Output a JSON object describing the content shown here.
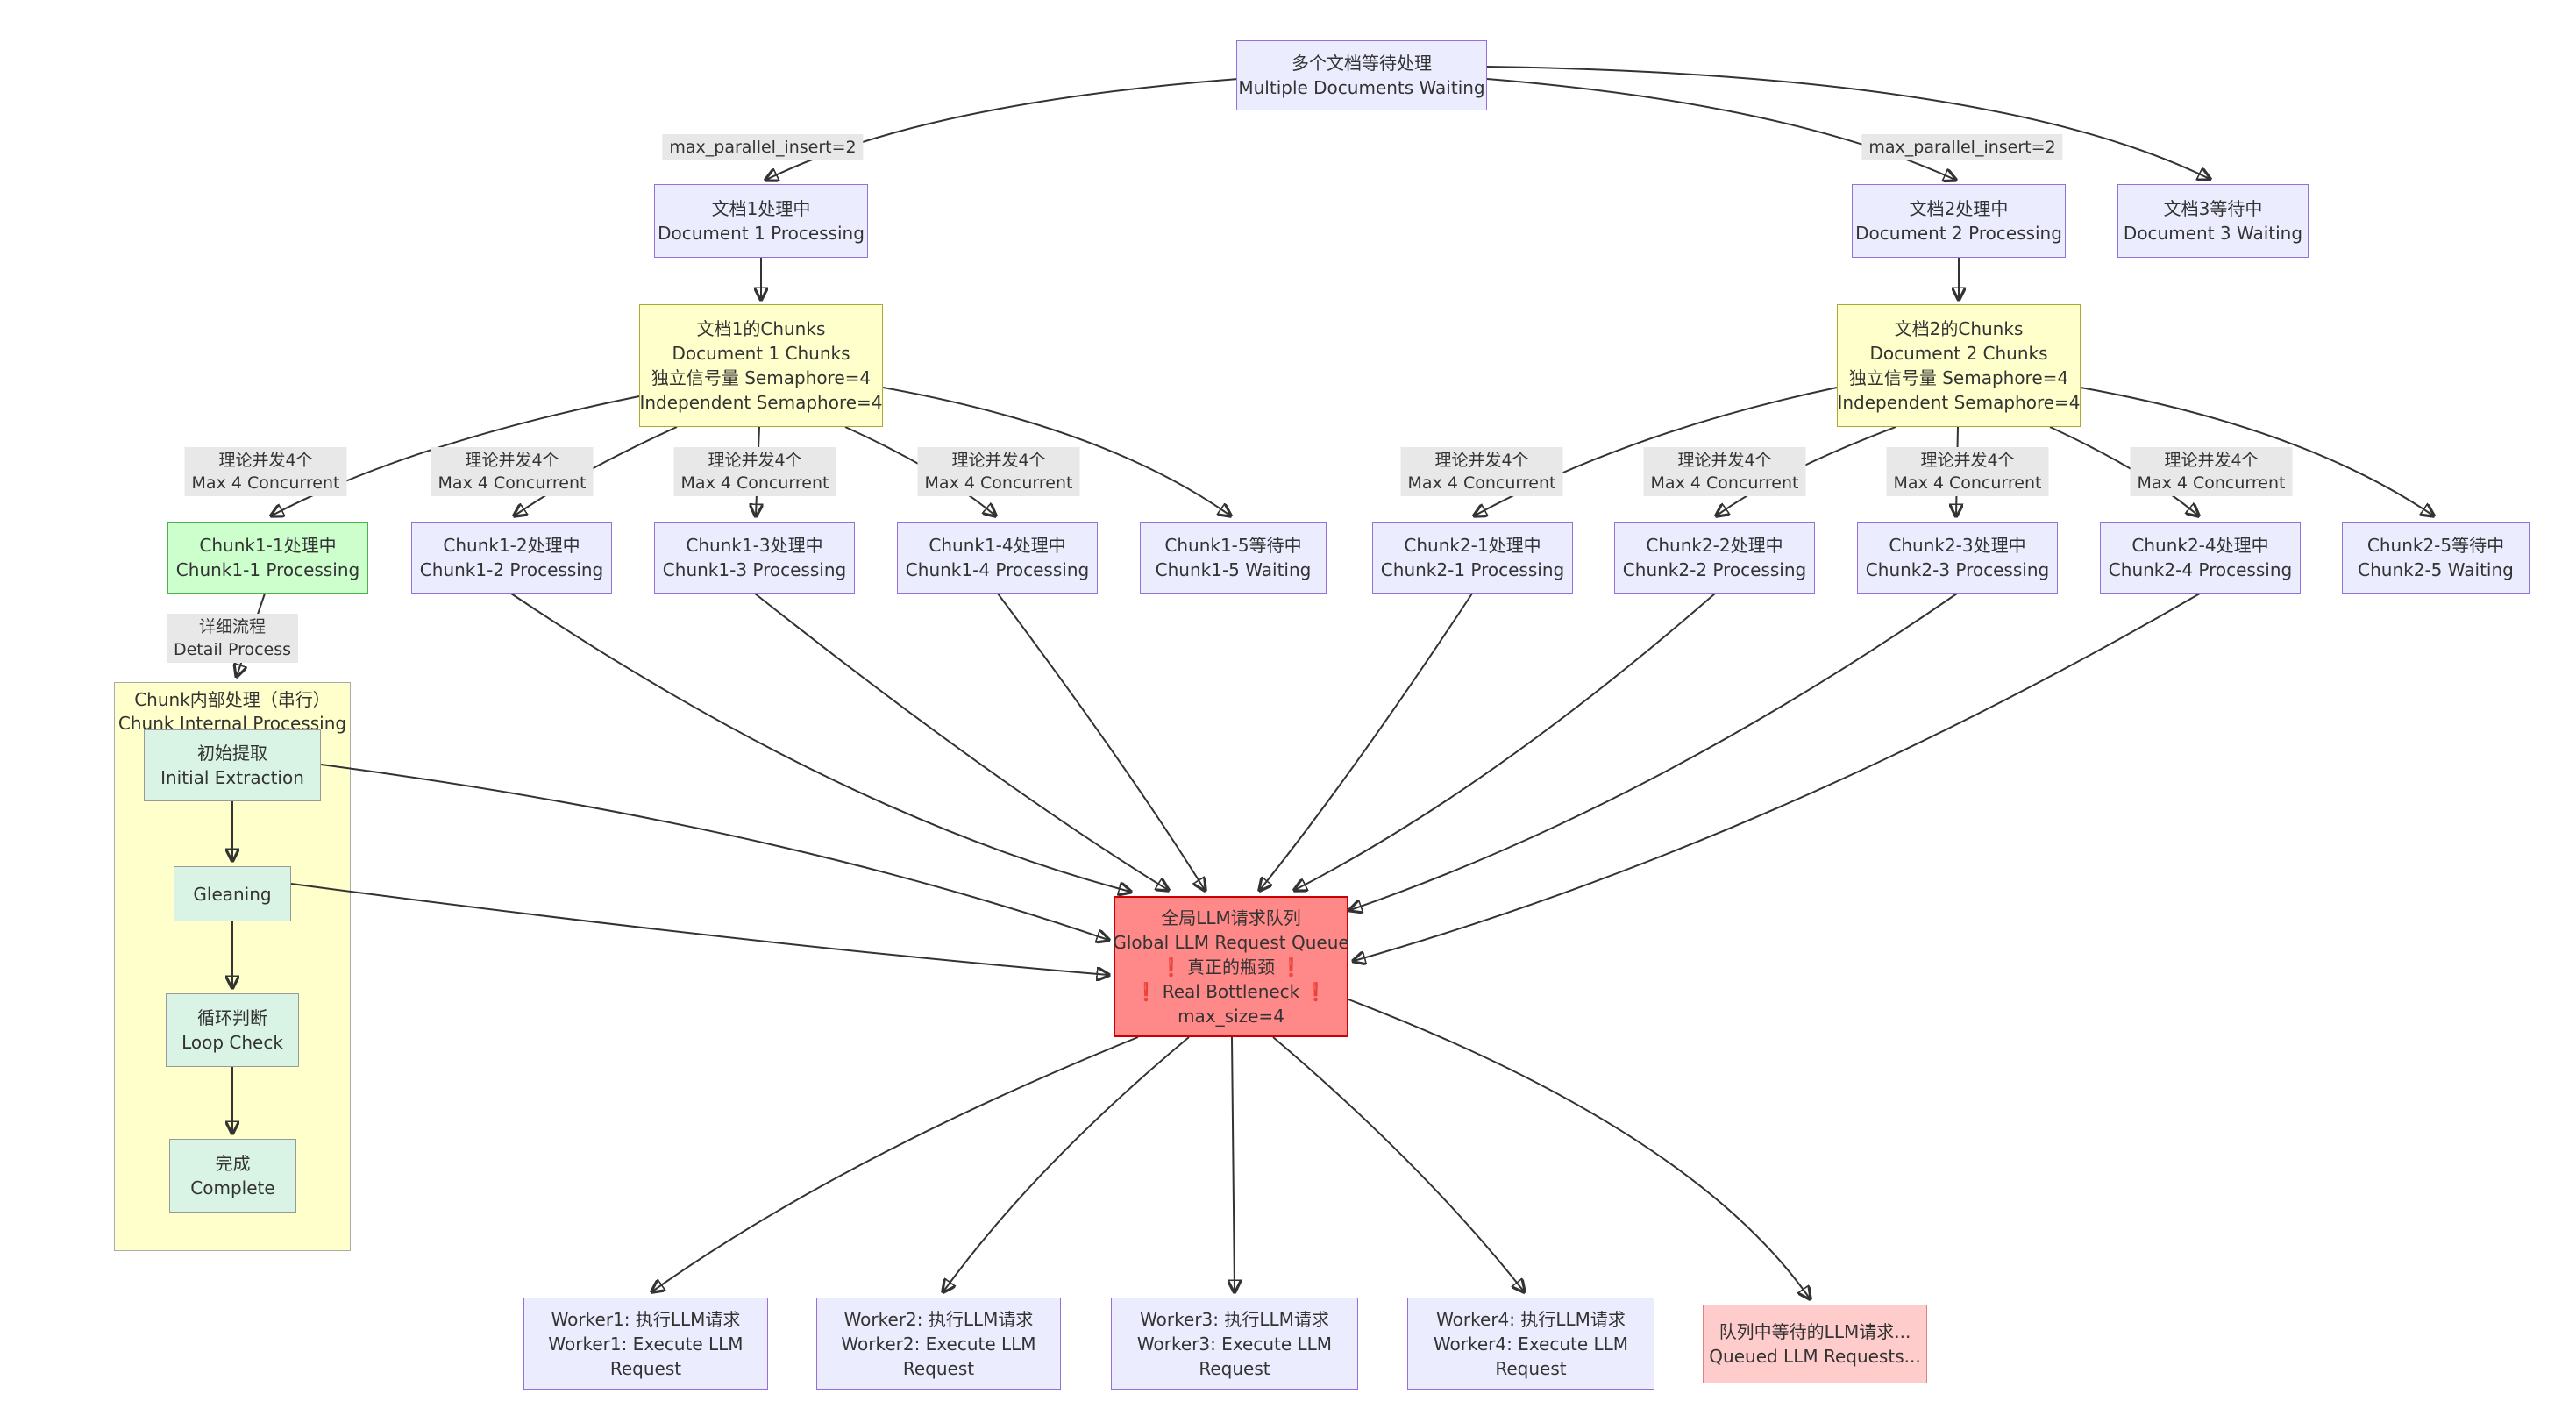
{
  "colors": {
    "lavender_fill": "#ECECFF",
    "lavender_border": "#9370DB",
    "yellow_fill": "#FFFFCC",
    "yellow_border": "#AAAA33",
    "green_fill": "#CCFFCC",
    "green_border": "#4CAF50",
    "mint_fill": "#D9F4E4",
    "red_fill": "#FF8888",
    "red_border": "#CC0000",
    "pink_fill": "#FFCCCC",
    "edge_label_bg": "#E8E8E8",
    "edge_stroke": "#333333"
  },
  "nodes": {
    "root": {
      "lines": [
        "多个文档等待处理",
        "Multiple Documents Waiting"
      ]
    },
    "doc1": {
      "lines": [
        "文档1处理中",
        "Document 1 Processing"
      ]
    },
    "doc2": {
      "lines": [
        "文档2处理中",
        "Document 2 Processing"
      ]
    },
    "doc3": {
      "lines": [
        "文档3等待中",
        "Document 3 Waiting"
      ]
    },
    "chunks1": {
      "lines": [
        "文档1的Chunks",
        "Document 1 Chunks",
        "独立信号量 Semaphore=4",
        "Independent Semaphore=4"
      ]
    },
    "chunks2": {
      "lines": [
        "文档2的Chunks",
        "Document 2 Chunks",
        "独立信号量 Semaphore=4",
        "Independent Semaphore=4"
      ]
    },
    "chunk11": {
      "lines": [
        "Chunk1-1处理中",
        "Chunk1-1 Processing"
      ]
    },
    "chunk12": {
      "lines": [
        "Chunk1-2处理中",
        "Chunk1-2 Processing"
      ]
    },
    "chunk13": {
      "lines": [
        "Chunk1-3处理中",
        "Chunk1-3 Processing"
      ]
    },
    "chunk14": {
      "lines": [
        "Chunk1-4处理中",
        "Chunk1-4 Processing"
      ]
    },
    "chunk15": {
      "lines": [
        "Chunk1-5等待中",
        "Chunk1-5 Waiting"
      ]
    },
    "chunk21": {
      "lines": [
        "Chunk2-1处理中",
        "Chunk2-1 Processing"
      ]
    },
    "chunk22": {
      "lines": [
        "Chunk2-2处理中",
        "Chunk2-2 Processing"
      ]
    },
    "chunk23": {
      "lines": [
        "Chunk2-3处理中",
        "Chunk2-3 Processing"
      ]
    },
    "chunk24": {
      "lines": [
        "Chunk2-4处理中",
        "Chunk2-4 Processing"
      ]
    },
    "chunk25": {
      "lines": [
        "Chunk2-5等待中",
        "Chunk2-5 Waiting"
      ]
    },
    "subgraph_title": {
      "lines": [
        "Chunk内部处理（串行）",
        "Chunk Internal Processing"
      ]
    },
    "extract": {
      "lines": [
        "初始提取",
        "Initial Extraction"
      ]
    },
    "gleaning": {
      "lines": [
        "Gleaning"
      ]
    },
    "loop": {
      "lines": [
        "循环判断",
        "Loop Check"
      ]
    },
    "complete": {
      "lines": [
        "完成",
        "Complete"
      ]
    },
    "queue": {
      "line1": "全局LLM请求队列",
      "line2": "Global LLM Request Queue",
      "bang": "❗",
      "line3": "真正的瓶颈",
      "line4": "Real Bottleneck",
      "line5": "max_size=4"
    },
    "worker1": {
      "lines": [
        "Worker1: 执行LLM请求",
        "Worker1: Execute LLM",
        "Request"
      ]
    },
    "worker2": {
      "lines": [
        "Worker2: 执行LLM请求",
        "Worker2: Execute LLM",
        "Request"
      ]
    },
    "worker3": {
      "lines": [
        "Worker3: 执行LLM请求",
        "Worker3: Execute LLM",
        "Request"
      ]
    },
    "worker4": {
      "lines": [
        "Worker4: 执行LLM请求",
        "Worker4: Execute LLM",
        "Request"
      ]
    },
    "queued": {
      "lines": [
        "队列中等待的LLM请求...",
        "Queued LLM Requests..."
      ]
    }
  },
  "edge_labels": {
    "max_parallel": "max_parallel_insert=2",
    "concurrent": {
      "lines": [
        "理论并发4个",
        "Max 4 Concurrent"
      ]
    },
    "detail": {
      "lines": [
        "详细流程",
        "Detail Process"
      ]
    }
  }
}
